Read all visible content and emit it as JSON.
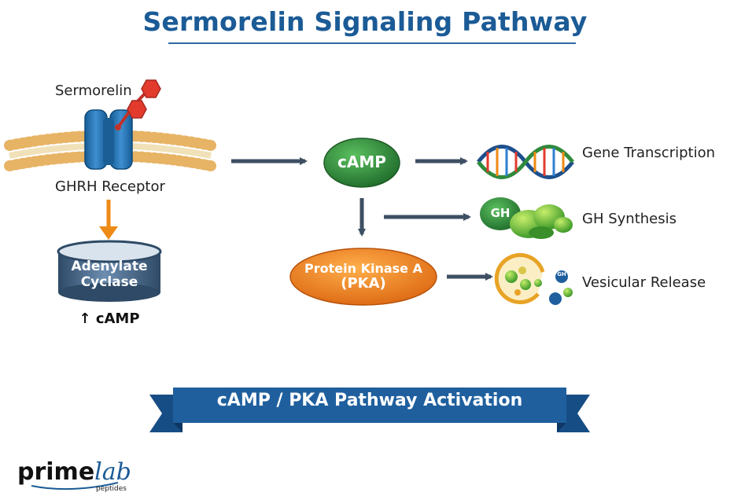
{
  "title": "Sermorelin Signaling Pathway",
  "receptor": {
    "ligand_label": "Sermorelin",
    "receptor_label": "GHRH Receptor"
  },
  "adenylate": {
    "line1": "Adenylate",
    "line2": "Cyclase",
    "output": "↑ cAMP"
  },
  "camp_node": "cAMP",
  "pka_node": {
    "line1": "Protein Kinase A",
    "line2": "(PKA)"
  },
  "outputs": {
    "gene": "Gene Transcription",
    "gh_synthesis": "GH Synthesis",
    "gh_badge": "GH",
    "vesicular": "Vesicular Release",
    "vesicle_badge": "GH"
  },
  "banner": "cAMP / PKA Pathway Activation",
  "logo": {
    "part1": "prime",
    "part2": "lab",
    "sub": "peptides"
  },
  "colors": {
    "title": "#1b5b96",
    "arrow": "#3d4f63",
    "orange_arrow": "#ee8a16",
    "camp": "#2f8a3c",
    "pka": "#ec7a1a",
    "banner": "#1f5f9e",
    "receptor": "#1f70b0",
    "membrane": "#f2c06e",
    "ligand": "#e23b2e"
  }
}
